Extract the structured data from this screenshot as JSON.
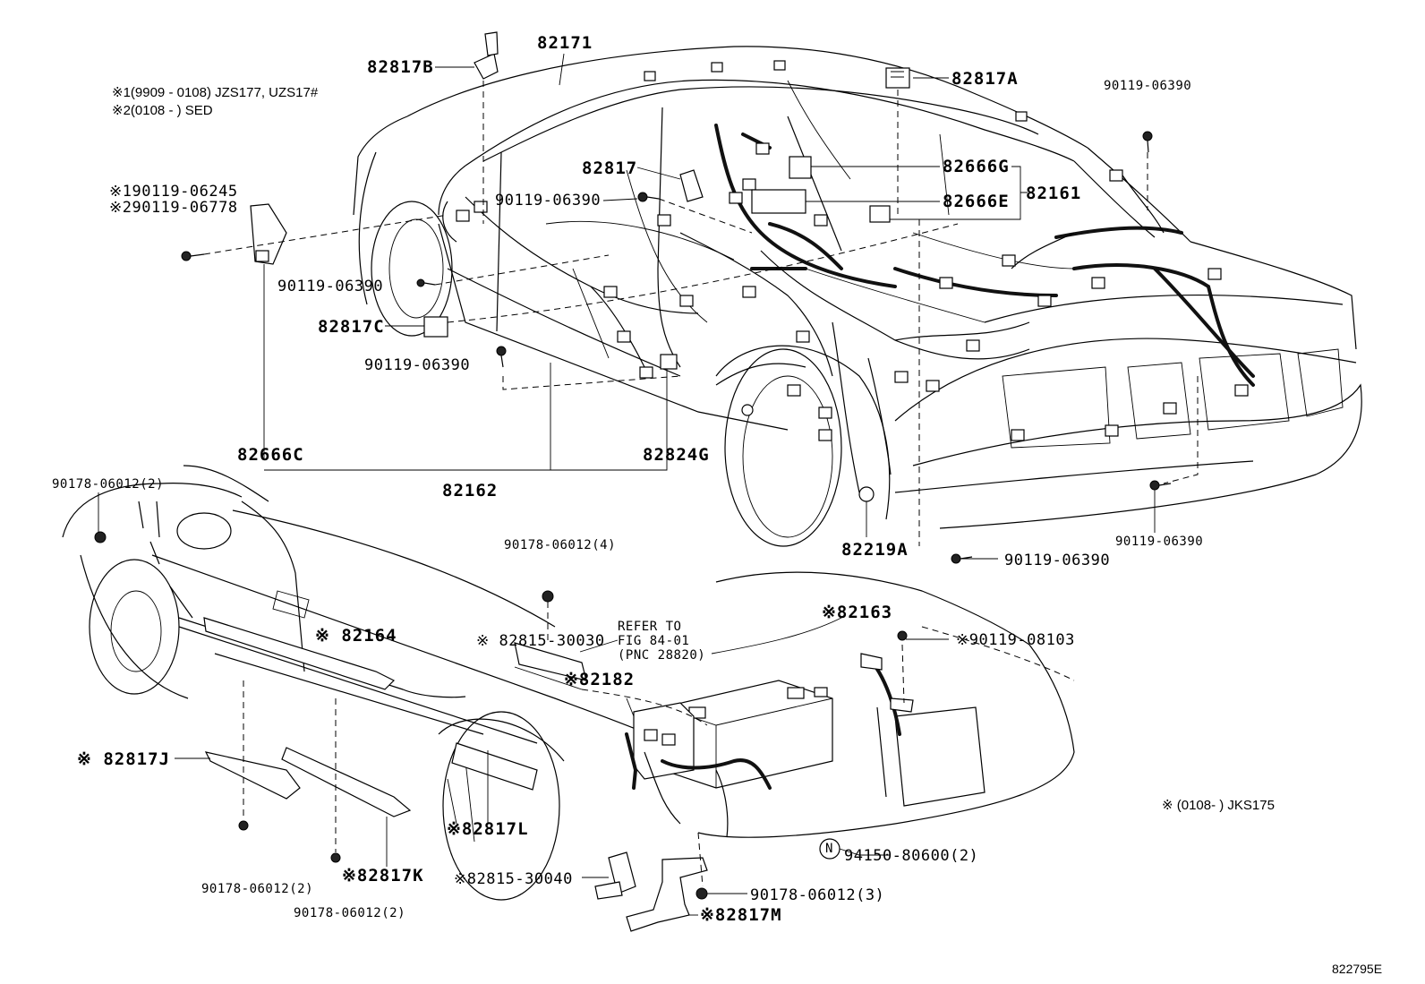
{
  "notes": {
    "note1": "※1(9909 - 0108) JZS177, UZS17#",
    "note2": "※2(0108 -       ) SED",
    "note3": "※  (0108-       ) JKS175"
  },
  "figure_id": "822795E",
  "callouts": {
    "c82817B": "82817B",
    "c82171": "82171",
    "c82817A": "82817A",
    "c90119_06390_tr": "90119-06390",
    "c82817": "82817",
    "c82666G": "82666G",
    "c82161": "82161",
    "c90119_06390_mid": "90119-06390",
    "c82666E": "82666E",
    "c90119_06245": "※190119-06245",
    "c90119_06778": "※290119-06778",
    "c90119_06390_l1": "90119-06390",
    "c82817C": "82817C",
    "c90119_06390_l2": "90119-06390",
    "c82666C": "82666C",
    "c82824G": "82824G",
    "c82162": "82162",
    "c90178_06012_tl": "90178-06012(2)",
    "c90119_06390_r": "90119-06390",
    "c82219A": "82219A",
    "c90119_06390_b": "90119-06390",
    "c90178_06012_4": "90178-06012(4)",
    "c82163": "※82163",
    "c90119_08103": "※90119-08103",
    "c82815_30030": "※ 82815-30030",
    "refer1": "REFER TO",
    "refer2": "FIG 84-01",
    "refer3": "(PNC 28820)",
    "c82164": "※ 82164",
    "c82182": "※82182",
    "c82817J": "※ 82817J",
    "c82817L": "※82817L",
    "c82815_30040": "※82815-30040",
    "c82817K": "※82817K",
    "c90178_06012_b1": "90178-06012(2)",
    "c90178_06012_b2": "90178-06012(2)",
    "c90178_06012_3": "90178-06012(3)",
    "c82817M": "※82817M",
    "c94150": "94150-80600(2)",
    "n_marker": "N"
  }
}
